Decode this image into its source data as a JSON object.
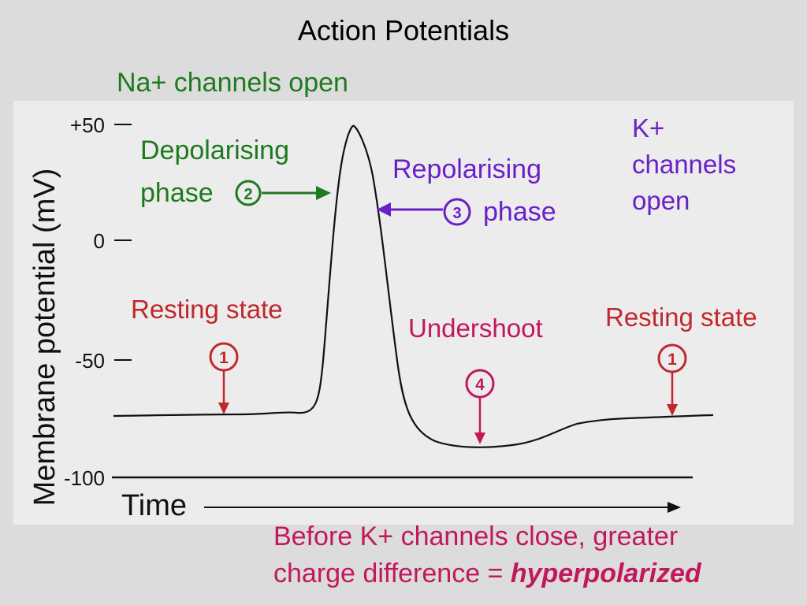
{
  "slide_title": "Action Potentials",
  "na_note": "Na+ channels open",
  "k_note_lines": [
    "K+",
    "channels",
    "open"
  ],
  "bottom_note": {
    "line1": "Before K+ channels close, greater",
    "line2_prefix": "charge difference = ",
    "line2_emph": "hyperpolarized"
  },
  "figure": {
    "y_axis_label": "Membrane potential (mV)",
    "x_axis_label": "Time",
    "y_ticks": [
      {
        "label": "+50",
        "value": 50
      },
      {
        "label": "0",
        "value": 0
      },
      {
        "label": "-50",
        "value": -50
      },
      {
        "label": "-100",
        "value": -100
      }
    ],
    "phases": {
      "depolarising": {
        "line1": "Depolarising",
        "line2": "phase",
        "number": "2"
      },
      "repolarising": {
        "line1": "Repolarising",
        "line2": "phase",
        "number": "3"
      },
      "resting_left": {
        "label": "Resting state",
        "number": "1"
      },
      "undershoot": {
        "label": "Undershoot",
        "number": "4"
      },
      "resting_right": {
        "label": "Resting state",
        "number": "1"
      }
    },
    "colors": {
      "green": "#1e7a1e",
      "purple": "#6a1fc9",
      "red": "#c0282d",
      "magenta": "#c2185b",
      "curve": "#111111"
    }
  }
}
